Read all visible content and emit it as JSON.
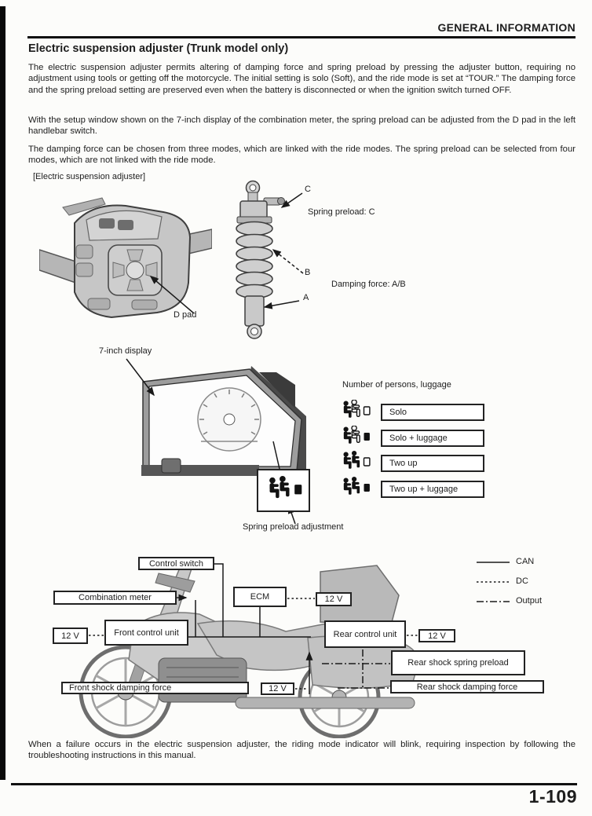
{
  "page": {
    "header": "GENERAL INFORMATION",
    "page_number": "1-109",
    "title": "Electric suspension adjuster (Trunk model only)",
    "paragraph1": "The electric suspension adjuster permits altering of damping force and spring preload by pressing the adjuster button, requiring no adjustment using tools or getting off the motorcycle. The initial setting is solo (Soft), and the ride mode is set at “TOUR.” The damping force and the spring preload setting are preserved even when the battery is disconnected or when the ignition switch turned OFF.",
    "paragraph2": "With the setup window shown on the 7-inch display of the combination meter, the spring preload can be adjusted from the D pad in the left handlebar switch.",
    "paragraph3": "The damping force can be chosen from three modes, which are linked with the ride modes. The spring preload can be selected from four modes, which are not linked with the ride mode.",
    "footer_paragraph": "When a failure occurs in the electric suspension adjuster, the riding mode indicator will blink, requiring inspection by following the troubleshooting instructions in this manual."
  },
  "adjuster_figure": {
    "caption": "[Electric suspension adjuster]",
    "d_pad_label": "D pad",
    "point_c": "C",
    "point_b": "B",
    "point_a": "A",
    "spring_preload_label": "Spring preload: C",
    "damping_force_label": "Damping force: A/B"
  },
  "display_figure": {
    "display_label": "7-inch display",
    "callout_label": "Spring preload adjustment",
    "persons_title": "Number of persons, luggage",
    "options": [
      {
        "label": "Solo",
        "icon": "solo-icon"
      },
      {
        "label": "Solo + luggage",
        "icon": "solo-luggage-icon"
      },
      {
        "label": "Two up",
        "icon": "two-up-icon"
      },
      {
        "label": "Two up + luggage",
        "icon": "two-up-luggage-icon"
      }
    ]
  },
  "system_diagram": {
    "box_control_switch": "Control switch",
    "box_combination_meter": "Combination meter",
    "box_ecm": "ECM",
    "box_12v": "12 V",
    "box_front_control_unit": "Front control unit",
    "box_rear_control_unit": "Rear control unit",
    "box_rear_shock_spring_preload": "Rear shock spring preload",
    "box_front_shock_damping_force": "Front shock damping force",
    "box_rear_shock_damping_force": "Rear shock damping force",
    "legend": [
      {
        "style": "solid",
        "label": "CAN"
      },
      {
        "style": "dotted",
        "label": "DC"
      },
      {
        "style": "dashdot",
        "label": "Output"
      }
    ]
  },
  "colors": {
    "text": "#1d1d1d",
    "line": "#1a1a1a",
    "paper": "#fcfcfa",
    "scan_bar": "#0a0a0a"
  }
}
